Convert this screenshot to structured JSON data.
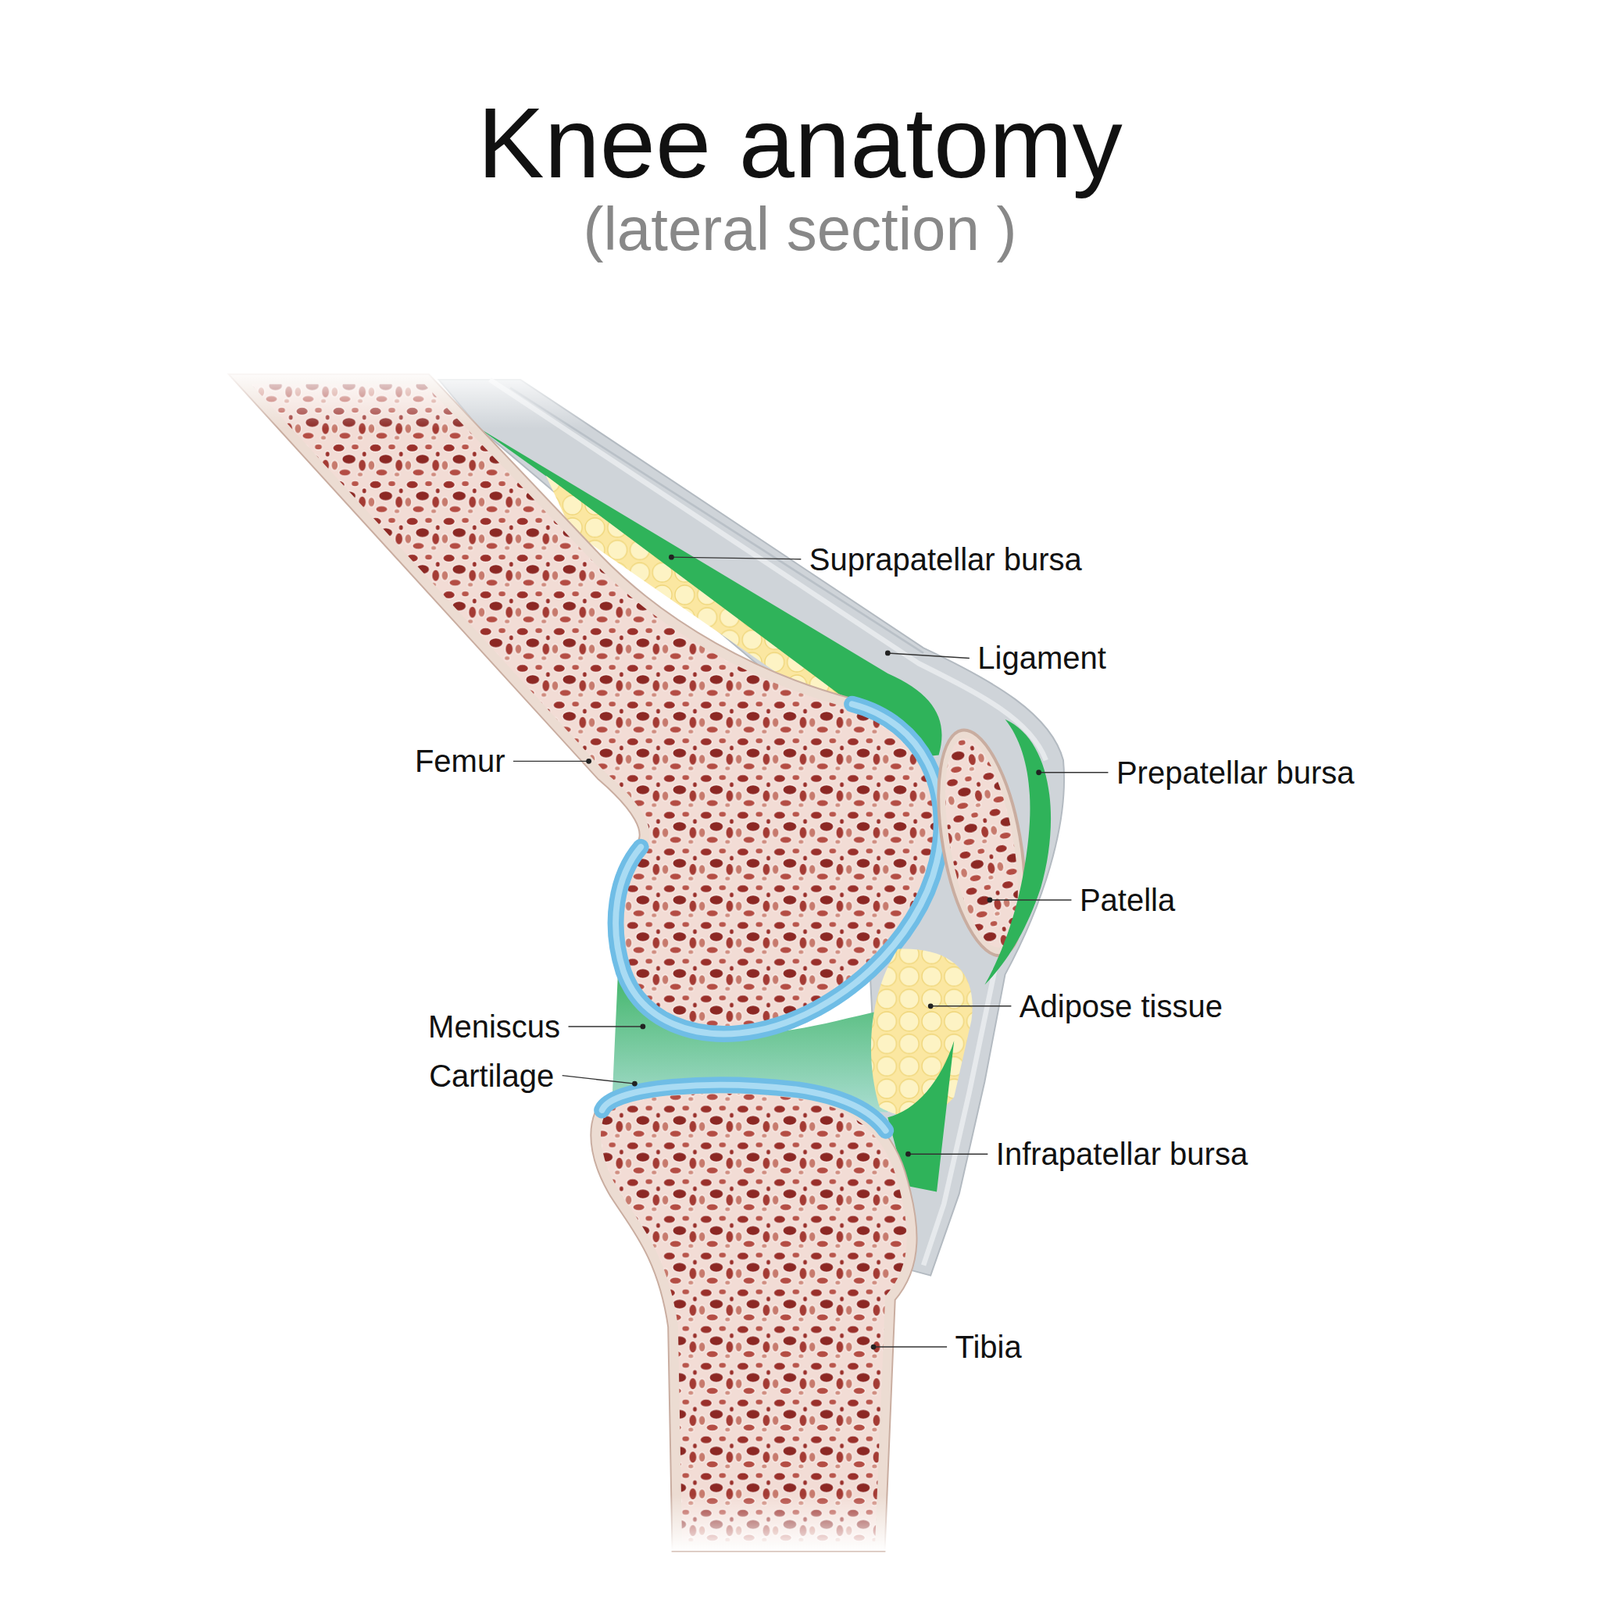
{
  "diagram": {
    "title": "Knee anatomy",
    "labels": [
      "(lateral section )",
      "Suprapatellar bursa",
      "Ligament",
      "Femur",
      "Prepatellar bursa",
      "Patella",
      "Adipose tissue",
      "Meniscus",
      "Cartilage",
      "Infrapatellar bursa",
      "Tibia"
    ]
  }
}
